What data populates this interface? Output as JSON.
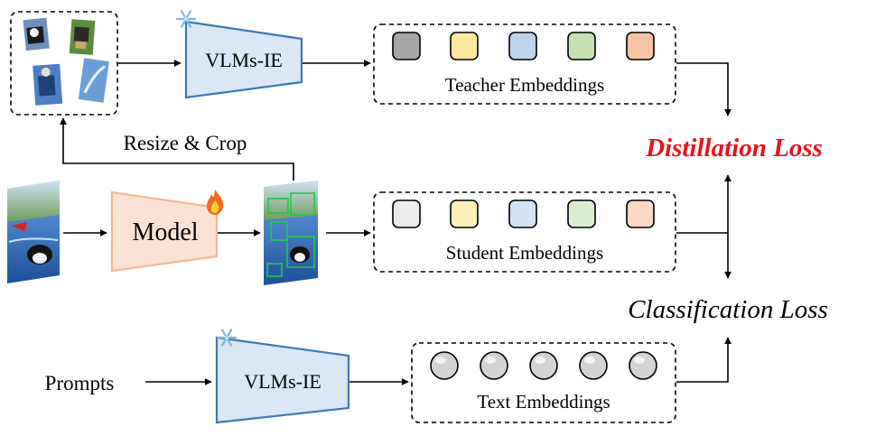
{
  "colors": {
    "vlm_fill": "#dbe7f5",
    "vlm_stroke": "#3d79b5",
    "model_fill": "#fae3d4",
    "model_stroke": "#f2b894",
    "loss_red": "#e8141c",
    "teacher_squares": [
      "#a6a6a6",
      "#fde9a0",
      "#bcd3ec",
      "#c5e0b3",
      "#f7c5a6"
    ],
    "student_squares": [
      "#ececec",
      "#fef0bb",
      "#d4e3f3",
      "#dcedcf",
      "#fbd9c4"
    ],
    "text_circles": "#d3d3d3"
  },
  "labels": {
    "vlm_top": "VLMs-IE",
    "vlm_bottom": "VLMs-IE",
    "model": "Model",
    "teacher_embeddings": "Teacher Embeddings",
    "student_embeddings": "Student Embeddings",
    "text_embeddings": "Text Embeddings",
    "resize_crop": "Resize & Crop",
    "distillation_loss": "Distillation Loss",
    "classification_loss": "Classification Loss",
    "prompts": "Prompts"
  },
  "icons": {
    "frozen": "snowflake-icon",
    "trainable": "fire-icon"
  }
}
